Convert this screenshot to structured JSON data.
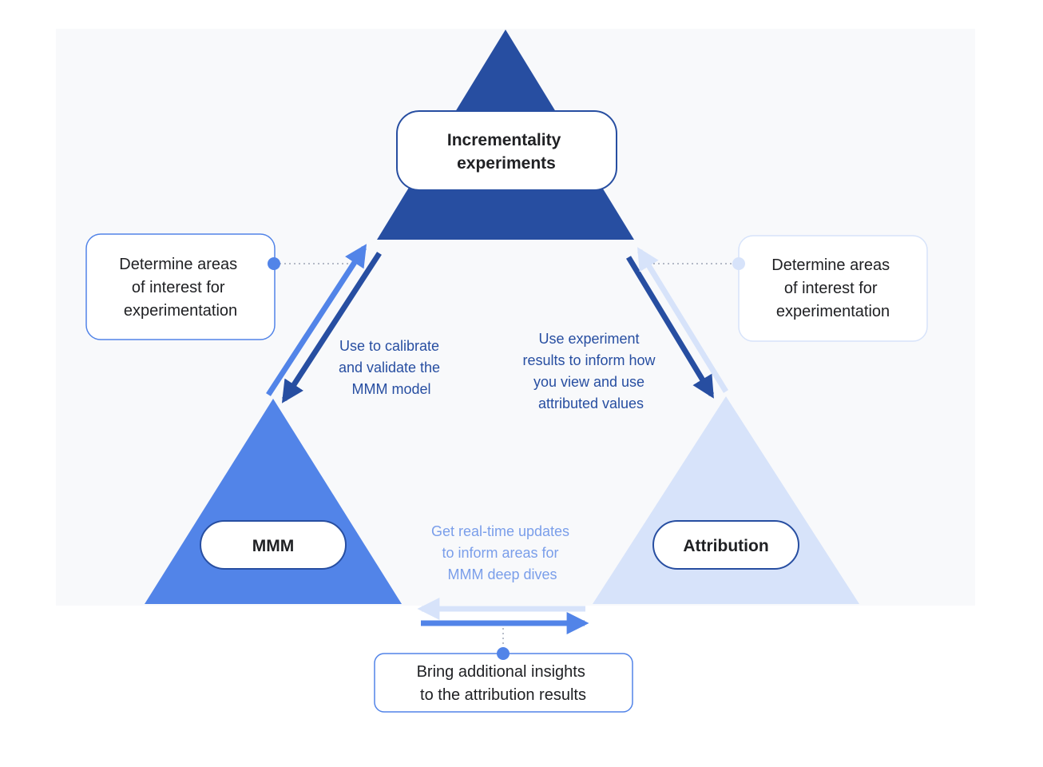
{
  "nodes": {
    "top": {
      "label": [
        "Incrementality",
        "experiments"
      ]
    },
    "left": {
      "label": [
        "MMM"
      ]
    },
    "right": {
      "label": [
        "Attribution"
      ]
    }
  },
  "callouts": {
    "left": {
      "text": [
        "Determine areas",
        "of interest for",
        "experimentation"
      ]
    },
    "right": {
      "text": [
        "Determine areas",
        "of interest for",
        "experimentation"
      ]
    },
    "bottom": {
      "text": [
        "Bring additional insights",
        "to the attribution results"
      ]
    }
  },
  "edge_labels": {
    "left": [
      "Use to calibrate",
      "and validate the",
      "MMM model"
    ],
    "right": [
      "Use experiment",
      "results to inform how",
      "you view and use",
      "attributed values"
    ],
    "bottom": [
      "Get real-time updates",
      "to inform areas for",
      "MMM deep dives"
    ]
  },
  "colors": {
    "background_panel": "#f8f9fb",
    "dark_blue": "#274ea1",
    "mid_blue": "#5284e8",
    "light_blue": "#d7e3fa",
    "text_dark": "#202124",
    "text_blue_dark": "#274ea1",
    "text_blue_light": "#7a9eea",
    "box_border": "#5284e8",
    "box_border_light": "#d7e3fa"
  }
}
